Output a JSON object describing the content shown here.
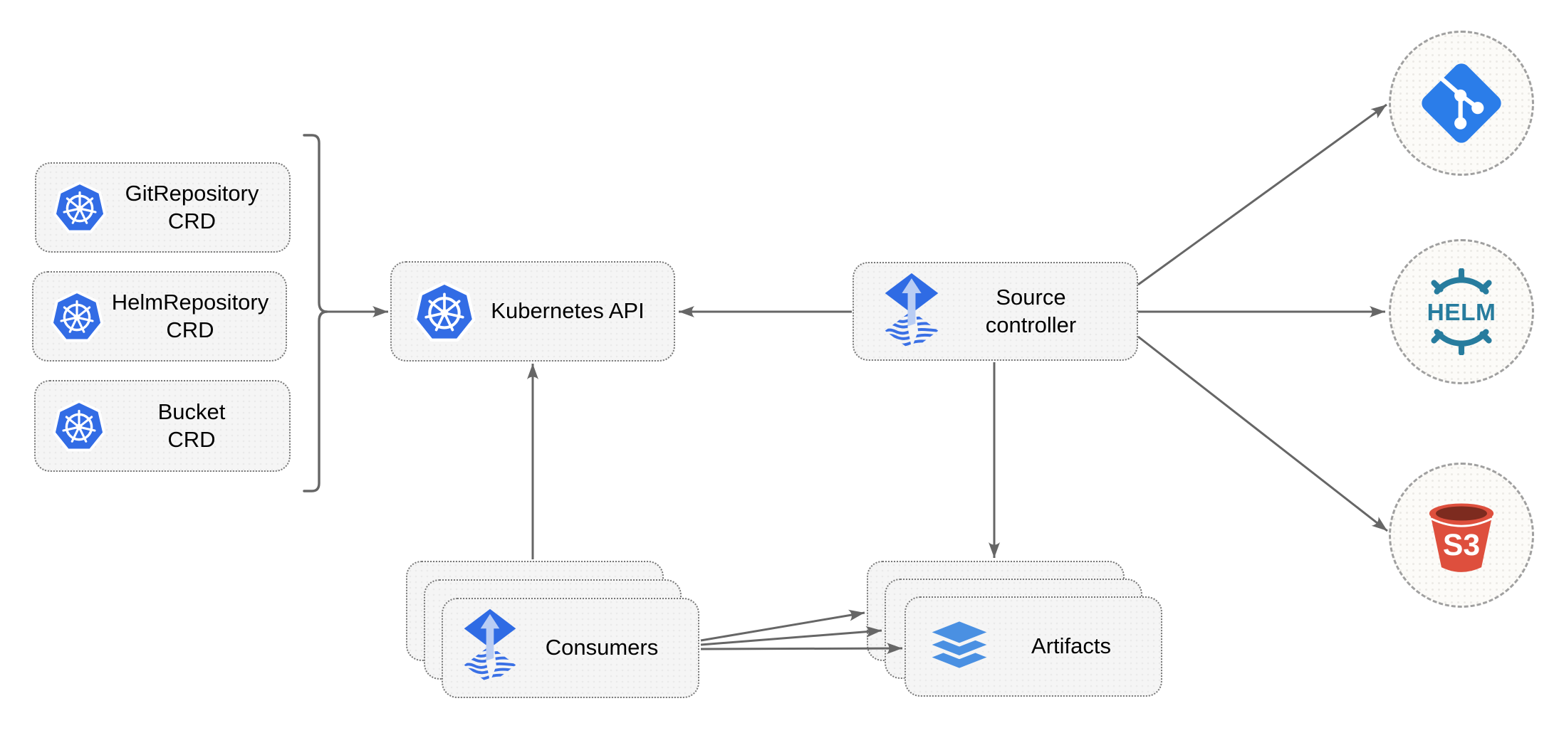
{
  "diagram": {
    "nodes": {
      "crd_list": [
        {
          "label": "GitRepository",
          "sublabel": "CRD",
          "icon": "kubernetes-icon"
        },
        {
          "label": "HelmRepository",
          "sublabel": "CRD",
          "icon": "kubernetes-icon"
        },
        {
          "label": "Bucket",
          "sublabel": "CRD",
          "icon": "kubernetes-icon"
        }
      ],
      "kubernetes_api": {
        "label": "Kubernetes API",
        "icon": "kubernetes-icon"
      },
      "source_controller": {
        "label_line1": "Source",
        "label_line2": "controller",
        "icon": "flux-icon"
      },
      "consumers": {
        "label": "Consumers",
        "icon": "flux-icon",
        "stack_count": 3
      },
      "artifacts": {
        "label": "Artifacts",
        "icon": "layers-icon",
        "stack_count": 3
      },
      "externals": [
        {
          "name": "git",
          "icon": "git-icon"
        },
        {
          "name": "helm",
          "icon": "helm-icon",
          "logo_text": "HELM"
        },
        {
          "name": "s3",
          "icon": "s3-bucket-icon",
          "logo_text": "S3"
        }
      ]
    },
    "edges": [
      {
        "from": "crd-group-bracket",
        "to": "kubernetes-api",
        "style": "arrow"
      },
      {
        "from": "source-controller",
        "to": "kubernetes-api",
        "style": "arrow"
      },
      {
        "from": "consumers",
        "to": "kubernetes-api",
        "style": "arrow"
      },
      {
        "from": "source-controller",
        "to": "artifacts",
        "style": "arrow"
      },
      {
        "from": "source-controller",
        "to": "git",
        "style": "arrow"
      },
      {
        "from": "source-controller",
        "to": "helm",
        "style": "arrow"
      },
      {
        "from": "source-controller",
        "to": "s3",
        "style": "arrow"
      },
      {
        "from": "consumers",
        "to": "artifacts",
        "style": "arrow",
        "count": 3
      }
    ],
    "colors": {
      "node_fill": "#f5f5f5",
      "node_border": "#787878",
      "edge": "#666666",
      "kubernetes_blue": "#326ce5",
      "flux_blue": "#2f6be4",
      "flux_arrow_light": "#b9cdf4",
      "git_blue": "#2b7de9",
      "helm_teal": "#277c9e",
      "s3_red": "#de4f3d",
      "s3_dark_red": "#7d2b1f",
      "layers_blue": "#4a90e2",
      "text": "#000000"
    }
  }
}
